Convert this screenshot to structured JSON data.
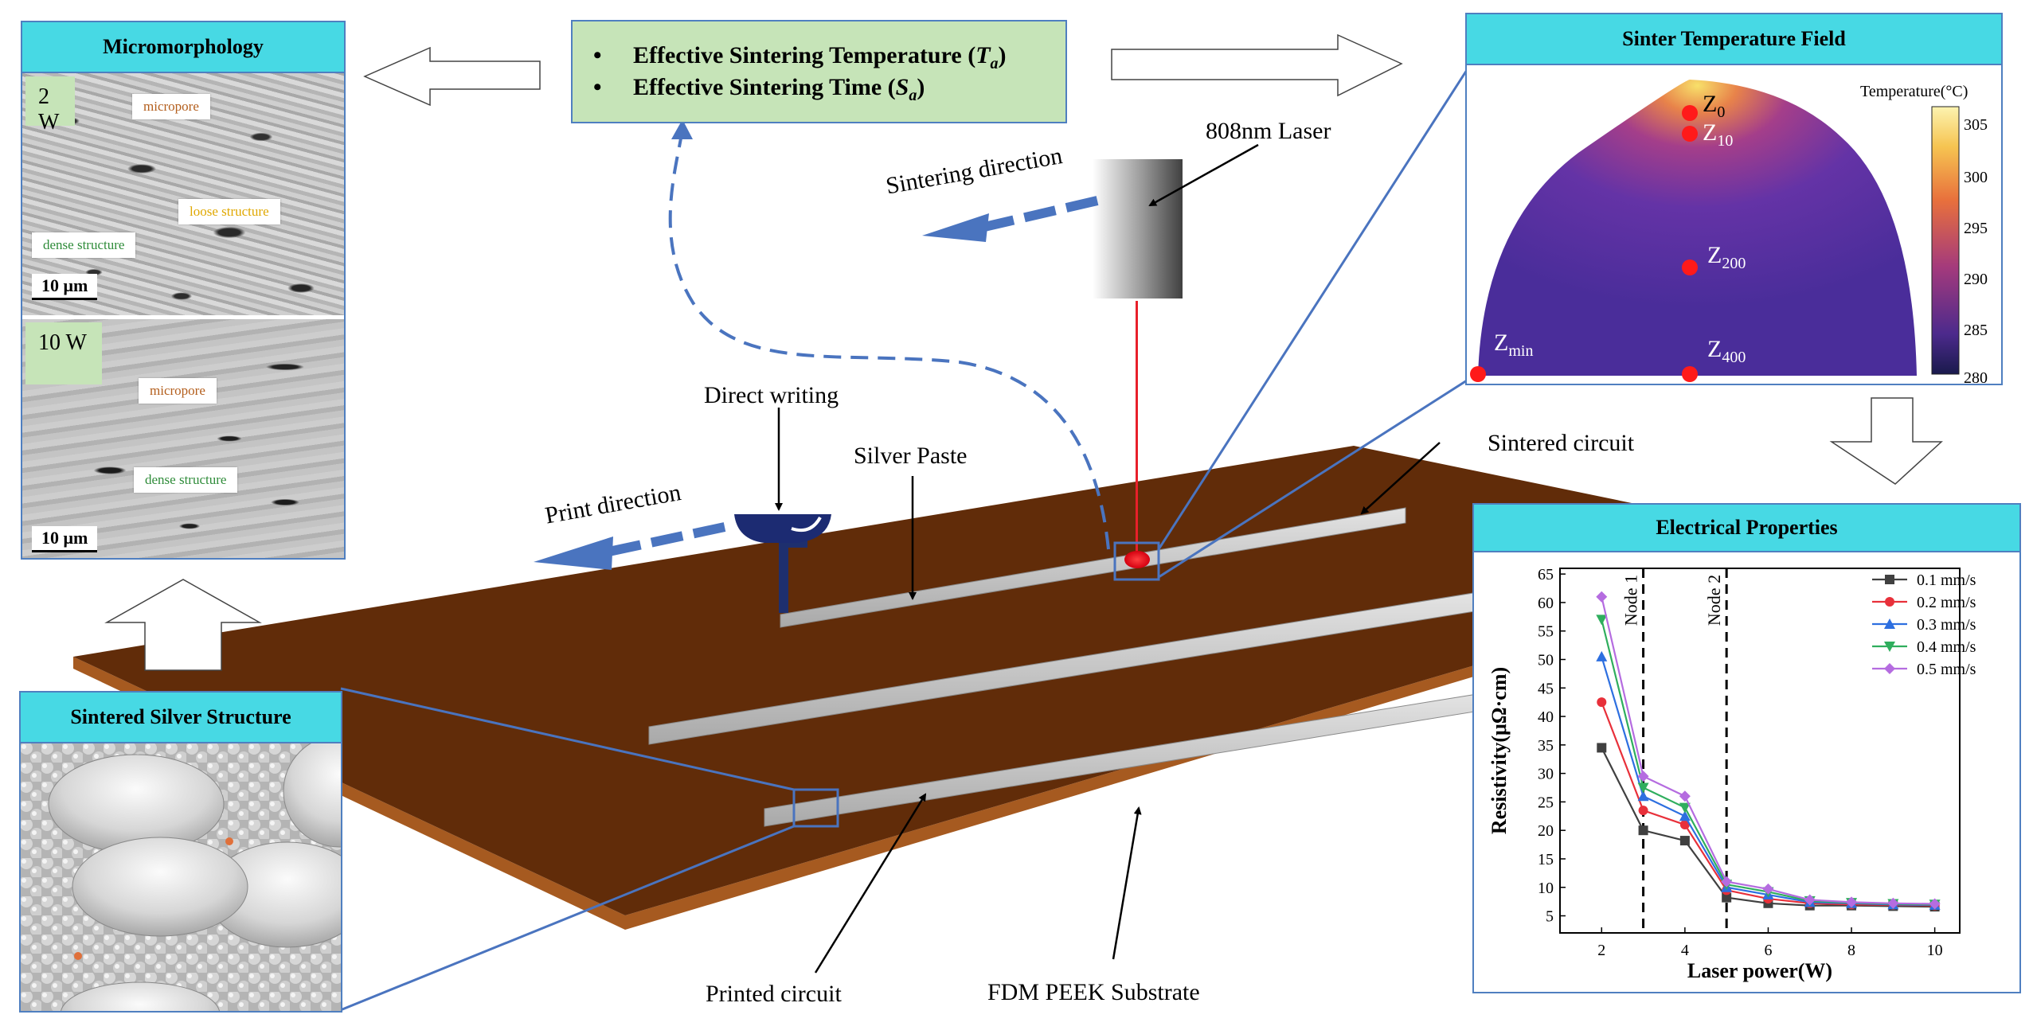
{
  "center_box": {
    "line1_text": "Effective Sintering Temperature (",
    "line1_sym": "T",
    "line1_sub": "a",
    "line1_end": ")",
    "line2_text": "Effective Sintering Time (",
    "line2_sym": "S",
    "line2_sub": "a",
    "line2_end": ")"
  },
  "micromorphology": {
    "title": "Micromorphology",
    "top": {
      "power": "2 W",
      "micropore": "micropore",
      "loose": "loose structure",
      "dense": "dense structure",
      "scale": "10 μm"
    },
    "bottom": {
      "power": "10 W",
      "micropore": "micropore",
      "dense": "dense structure",
      "scale": "10 μm"
    }
  },
  "sinter_field": {
    "title": "Sinter Temperature Field",
    "colorbar_title": "Temperature(°C)",
    "colorbar_ticks": [
      "305",
      "300",
      "295",
      "290",
      "285",
      "280"
    ],
    "points": [
      {
        "main": "Z",
        "sub": "0"
      },
      {
        "main": "Z",
        "sub": "10"
      },
      {
        "main": "Z",
        "sub": "200"
      },
      {
        "main": "Z",
        "sub": "min"
      },
      {
        "main": "Z",
        "sub": "400"
      }
    ]
  },
  "electrical": {
    "title": "Electrical Properties"
  },
  "sintered_structure": {
    "title": "Sintered Silver Structure"
  },
  "labels": {
    "laser": "808nm Laser",
    "sintering_direction": "Sintering direction",
    "direct_writing": "Direct writing",
    "silver_paste": "Silver Paste",
    "print_direction": "Print direction",
    "sintered_circuit": "Sintered circuit",
    "printed_circuit": "Printed circuit",
    "substrate": "FDM PEEK Substrate"
  },
  "colors": {
    "substrate_top": "#612c09",
    "substrate_edge": "#a65a20",
    "accent_blue": "#4a74bf",
    "header_cyan": "#47d9e4",
    "green_box": "#c6e4b8",
    "laser_red": "#e8202a"
  },
  "chart_data": {
    "type": "line",
    "xlabel": "Laser power(W)",
    "ylabel": "Resistivity(μΩ·cm)",
    "xlim": [
      1,
      10.6
    ],
    "ylim": [
      2,
      66
    ],
    "xticks": [
      2,
      4,
      6,
      8,
      10
    ],
    "yticks": [
      5,
      10,
      15,
      20,
      25,
      30,
      35,
      40,
      45,
      50,
      55,
      60,
      65
    ],
    "x": [
      2,
      3,
      4,
      5,
      6,
      7,
      8,
      9,
      10
    ],
    "grid": false,
    "legend_position": "top-right",
    "vlines": [
      {
        "x": 3,
        "label": "Node 1"
      },
      {
        "x": 5,
        "label": "Node 2"
      }
    ],
    "series": [
      {
        "name": "0.1 mm/s",
        "color": "#404040",
        "marker": "square",
        "values": [
          34.5,
          20,
          18.2,
          8.2,
          7.2,
          6.8,
          6.8,
          6.7,
          6.6
        ]
      },
      {
        "name": "0.2 mm/s",
        "color": "#e8303a",
        "marker": "circle",
        "values": [
          42.5,
          23.5,
          21,
          9.5,
          8,
          7.2,
          7,
          6.9,
          6.8
        ]
      },
      {
        "name": "0.3 mm/s",
        "color": "#2d6fe0",
        "marker": "triangle-up",
        "values": [
          50.5,
          26,
          22.5,
          10,
          8.7,
          7.4,
          7.2,
          7,
          6.9
        ]
      },
      {
        "name": "0.4 mm/s",
        "color": "#2fae5d",
        "marker": "triangle-down",
        "values": [
          57,
          27.5,
          24,
          10.5,
          9.2,
          7.6,
          7.3,
          7.1,
          7
        ]
      },
      {
        "name": "0.5 mm/s",
        "color": "#b56ce0",
        "marker": "diamond",
        "values": [
          61,
          29.5,
          26,
          11,
          9.7,
          7.8,
          7.4,
          7.2,
          7.1
        ]
      }
    ]
  }
}
